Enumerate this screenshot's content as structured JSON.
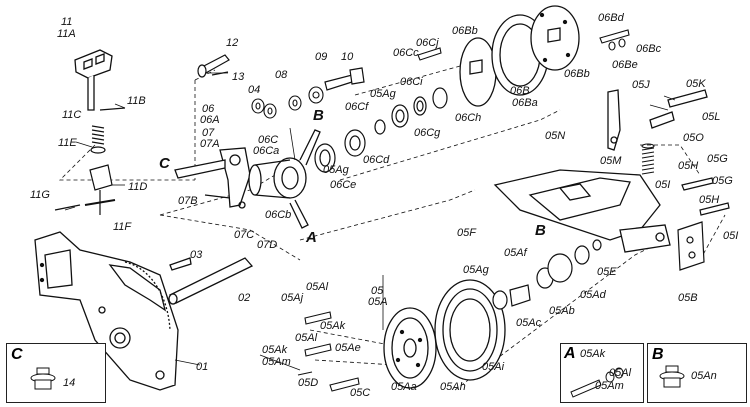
{
  "callouts": {
    "c11": "11",
    "c11A": "11A",
    "c12": "12",
    "c13": "13",
    "c11B": "11B",
    "c11C": "11C",
    "c11E": "11E",
    "c11D": "11D",
    "c11G": "11G",
    "c11F": "11F",
    "c04": "04",
    "c08": "08",
    "c09": "09",
    "c10": "10",
    "c06": "06",
    "c06A": "06A",
    "c07": "07",
    "c07A": "07A",
    "c06C": "06C",
    "c06Ca": "06Ca",
    "c06Cb": "06Cb",
    "c06Ce": "06Ce",
    "c06Cf": "06Cf",
    "c05Ag_top": "05Ag",
    "c06Cd": "06Cd",
    "c05Ag_mid": "05Ag",
    "c06Cc": "06Cc",
    "c06Cj": "06Cj",
    "c06Ci": "06Ci",
    "c06Cg": "06Cg",
    "c06Ch": "06Ch",
    "c06Bb_top": "06Bb",
    "c06Bb_r": "06Bb",
    "c06B": "06B",
    "c06Ba": "06Ba",
    "c06Bd": "06Bd",
    "c06Bc": "06Bc",
    "c06Be": "06Be",
    "c05J": "05J",
    "c05K": "05K",
    "c05L": "05L",
    "c05O": "05O",
    "c05N": "05N",
    "c05M": "05M",
    "c05I_spring": "05I",
    "c05H_a": "05H",
    "c05G_a": "05G",
    "c05G_b": "05G",
    "c05H_b": "05H",
    "c05I_r": "05I",
    "c05B": "05B",
    "c05F": "05F",
    "c05Af": "05Af",
    "c05E": "05E",
    "c05Ad": "05Ad",
    "c05Ab": "05Ab",
    "c05Ac": "05Ac",
    "c05Ag_bot": "05Ag",
    "c05": "05",
    "c05A": "05A",
    "c05Ai": "05Ai",
    "c05Ah": "05Ah",
    "c05Aa": "05Aa",
    "c05C": "05C",
    "c05D": "05D",
    "c05Ae": "05Ae",
    "c05Am": "05Am",
    "c05Ak_l": "05Ak",
    "c05Al_l": "05Al",
    "c05Ak_m": "05Ak",
    "c05Aj": "05Aj",
    "c05Al_top": "05Al",
    "c07B": "07B",
    "c07C": "07C",
    "c07D": "07D",
    "c03": "03",
    "c02": "02",
    "c01": "01"
  },
  "view_letters": {
    "B_main": "B",
    "C_main": "C",
    "A_main": "A",
    "B_arm": "B"
  },
  "insets": {
    "C": {
      "letter": "C",
      "part": "14"
    },
    "A": {
      "letter": "A",
      "parts": [
        "05Ak",
        "05Al",
        "05Am"
      ]
    },
    "B": {
      "letter": "B",
      "part": "05An"
    }
  }
}
